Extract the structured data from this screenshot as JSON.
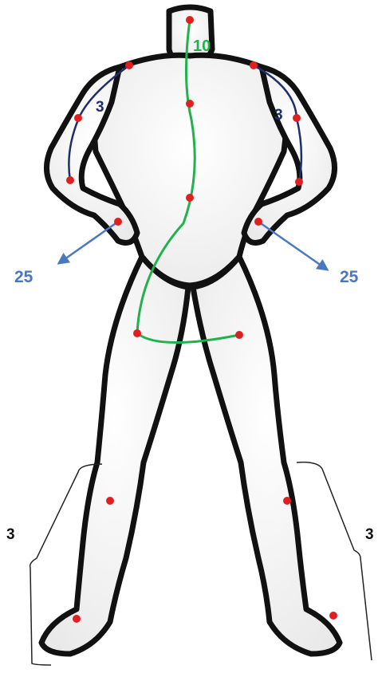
{
  "labels": {
    "spine": "10",
    "left_arm": "3",
    "right_arm": "3",
    "left_hand": "25",
    "right_hand": "25",
    "left_leg": "3",
    "right_leg": "3"
  },
  "colors": {
    "joint": "#e02020",
    "spine_curve": "#22b14c",
    "arm_curve": "#1f2f6e",
    "hand_arrow": "#4a78c0",
    "bracket": "#222222",
    "body_fill": "#f7f7f7",
    "body_outline": "#111111"
  }
}
